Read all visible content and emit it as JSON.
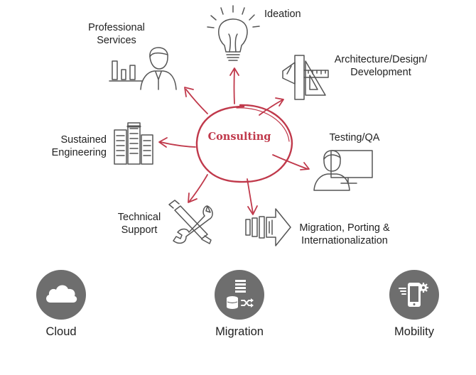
{
  "center": {
    "label": "Consulting"
  },
  "services": {
    "ideation": "Ideation",
    "professional": "Professional\nServices",
    "architecture": "Architecture/Design/\nDevelopment",
    "sustained": "Sustained\nEngineering",
    "testing": "Testing/QA",
    "technical": "Technical\nSupport",
    "migration_porting": "Migration, Porting &\nInternationalization"
  },
  "categories": [
    {
      "label": "Cloud",
      "icon": "cloud-icon"
    },
    {
      "label": "Migration",
      "icon": "database-migration-icon"
    },
    {
      "label": "Mobility",
      "icon": "mobile-settings-icon"
    }
  ],
  "colors": {
    "accent": "#c0394b",
    "sketch": "#555555",
    "circle": "#6e6e6e",
    "icon_fill": "#ffffff"
  }
}
